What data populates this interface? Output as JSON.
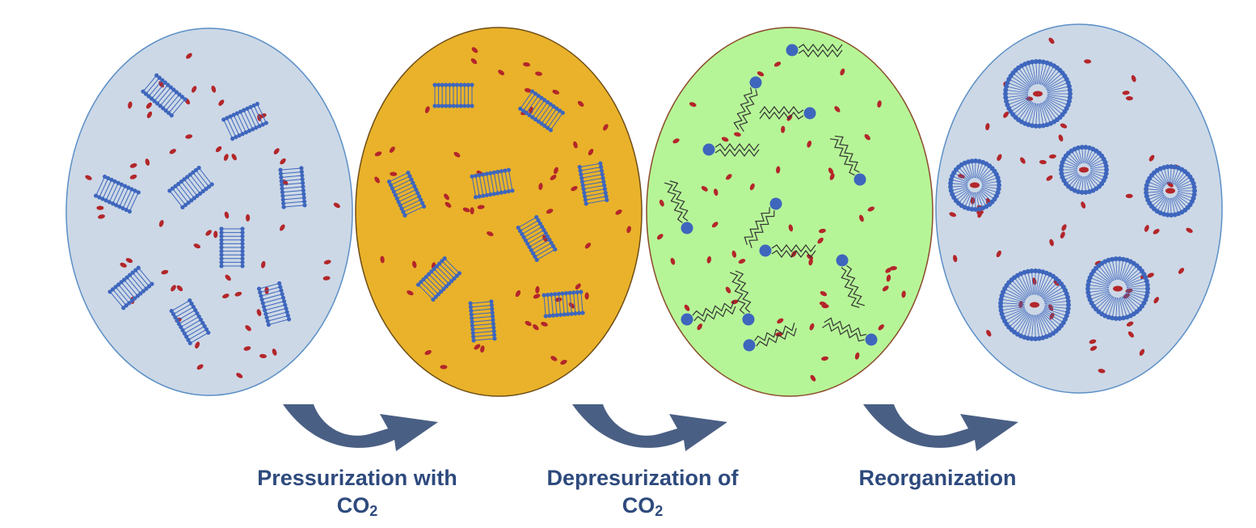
{
  "colors": {
    "blue_phase": "#ccd8e6",
    "blue_edge": "#5b8fc6",
    "orange_phase": "#e9b22a",
    "orange_edge": "#6e4d17",
    "green_phase": "#b6f597",
    "green_edge": "#8a4a2a",
    "lipid_head": "#3e66bd",
    "lipid_tail": "#3e66bd",
    "drug": "#b3262a",
    "arrow": "#4a5f84",
    "caption": "#2e4a7d"
  },
  "stages": [
    {
      "state": "bilayers",
      "color": "blue"
    },
    {
      "state": "bilayers",
      "color": "orange"
    },
    {
      "state": "free-lipids",
      "color": "green"
    },
    {
      "state": "vesicles",
      "color": "blue"
    }
  ],
  "steps": [
    {
      "line1": "Pressurization with",
      "line2_main": "CO",
      "line2_sub": "2"
    },
    {
      "line1": "Depresurization of",
      "line2_main": "CO",
      "line2_sub": "2"
    },
    {
      "line1": "Reorganization",
      "line2_main": "",
      "line2_sub": ""
    }
  ],
  "icons": [
    "curved-arrow-icon",
    "lipid-bilayer-icon",
    "phospholipid-icon",
    "liposome-icon",
    "drug-molecule-icon"
  ]
}
